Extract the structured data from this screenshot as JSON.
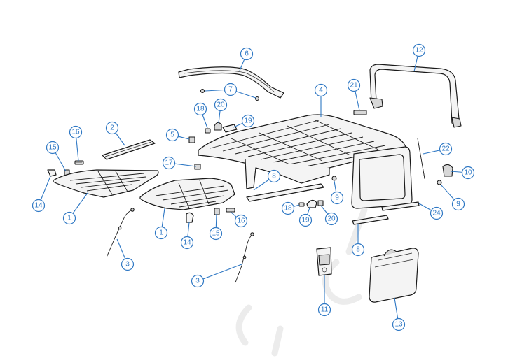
{
  "callouts": [
    {
      "id": "c6",
      "label": "6"
    },
    {
      "id": "c12",
      "label": "12"
    },
    {
      "id": "c7",
      "label": "7"
    },
    {
      "id": "c4",
      "label": "4"
    },
    {
      "id": "c21",
      "label": "21"
    },
    {
      "id": "c18a",
      "label": "18"
    },
    {
      "id": "c20a",
      "label": "20"
    },
    {
      "id": "c19a",
      "label": "19"
    },
    {
      "id": "c2",
      "label": "2"
    },
    {
      "id": "c16a",
      "label": "16"
    },
    {
      "id": "c5",
      "label": "5"
    },
    {
      "id": "c15a",
      "label": "15"
    },
    {
      "id": "c17",
      "label": "17"
    },
    {
      "id": "c8a",
      "label": "8"
    },
    {
      "id": "c22",
      "label": "22"
    },
    {
      "id": "c10",
      "label": "10"
    },
    {
      "id": "c14a",
      "label": "14"
    },
    {
      "id": "c1a",
      "label": "1"
    },
    {
      "id": "c9a",
      "label": "9"
    },
    {
      "id": "c9b",
      "label": "9"
    },
    {
      "id": "c18b",
      "label": "18"
    },
    {
      "id": "c24",
      "label": "24"
    },
    {
      "id": "c19b",
      "label": "19"
    },
    {
      "id": "c20b",
      "label": "20"
    },
    {
      "id": "c1b",
      "label": "1"
    },
    {
      "id": "c15b",
      "label": "15"
    },
    {
      "id": "c16b",
      "label": "16"
    },
    {
      "id": "c14b",
      "label": "14"
    },
    {
      "id": "c8b",
      "label": "8"
    },
    {
      "id": "c3a",
      "label": "3"
    },
    {
      "id": "c3b",
      "label": "3"
    },
    {
      "id": "c11",
      "label": "11"
    },
    {
      "id": "c13",
      "label": "13"
    }
  ],
  "colors": {
    "callout": "#2f78c4",
    "line_art": "#1a1a1a",
    "watermark": "#ececec"
  }
}
